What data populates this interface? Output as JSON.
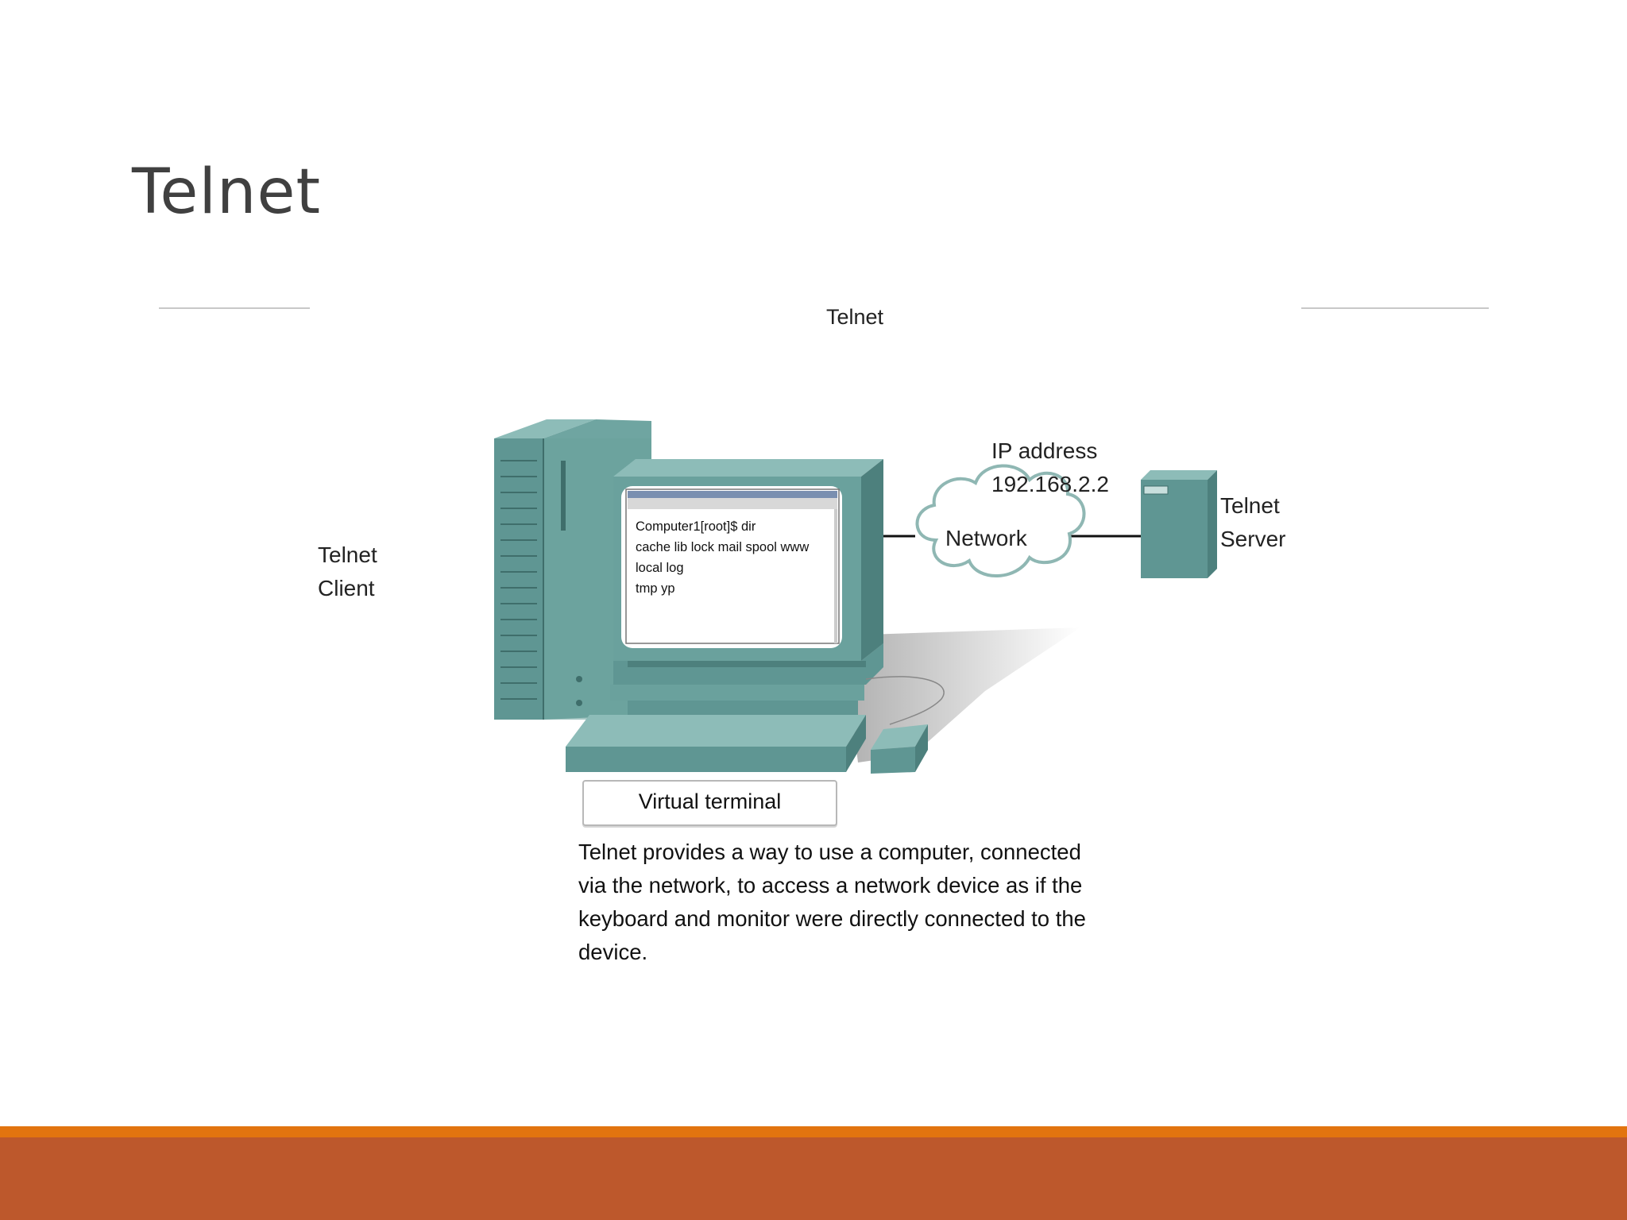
{
  "slide": {
    "title": "Telnet"
  },
  "diagram": {
    "heading": "Telnet",
    "client_label": [
      "Telnet",
      "Client"
    ],
    "server_label": [
      "Telnet",
      "Server"
    ],
    "ip_label": [
      "IP address",
      "192.168.2.2"
    ],
    "network_label": "Network",
    "terminal_lines": [
      "Computer1[root]$ dir",
      "cache lib lock mail spool www",
      "local log",
      "tmp   yp"
    ],
    "virtual_terminal_label": "Virtual terminal",
    "caption_lines": [
      "Telnet provides a way to use a computer, connected",
      "via the network, to access a network device as if the",
      "keyboard and monitor were directly connected to the",
      "device."
    ]
  },
  "colors": {
    "equipment_teal": "#5f9693",
    "accent_orange": "#e2740f",
    "footer_rust": "#bd582c"
  }
}
